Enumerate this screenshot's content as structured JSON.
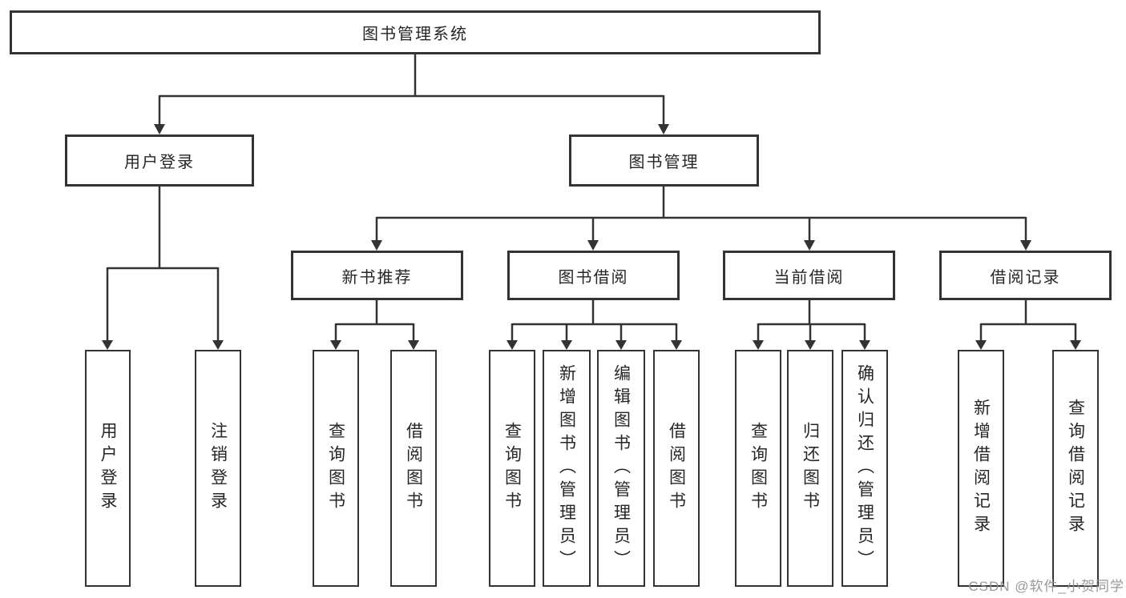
{
  "tree": {
    "root": {
      "label": "图书管理系统"
    },
    "children": [
      {
        "label": "用户登录",
        "children": [
          {
            "label": "用户登录"
          },
          {
            "label": "注销登录"
          }
        ]
      },
      {
        "label": "图书管理",
        "children": [
          {
            "label": "新书推荐",
            "children": [
              {
                "label": "查询图书"
              },
              {
                "label": "借阅图书"
              }
            ]
          },
          {
            "label": "图书借阅",
            "children": [
              {
                "label": "查询图书"
              },
              {
                "label": "新增图书（管理员）"
              },
              {
                "label": "编辑图书（管理员）"
              },
              {
                "label": "借阅图书"
              }
            ]
          },
          {
            "label": "当前借阅",
            "children": [
              {
                "label": "查询图书"
              },
              {
                "label": "归还图书"
              },
              {
                "label": "确认归还（管理员）"
              }
            ]
          },
          {
            "label": "借阅记录",
            "children": [
              {
                "label": "新增借阅记录"
              },
              {
                "label": "查询借阅记录"
              }
            ]
          }
        ]
      }
    ]
  },
  "watermark": {
    "text": "CSDN @软件_小贺同学"
  },
  "colors": {
    "background": "#ffffff",
    "box_border": "#333333",
    "connector_line": "#333333",
    "text": "#262626",
    "watermark": "#8f8f8f"
  }
}
